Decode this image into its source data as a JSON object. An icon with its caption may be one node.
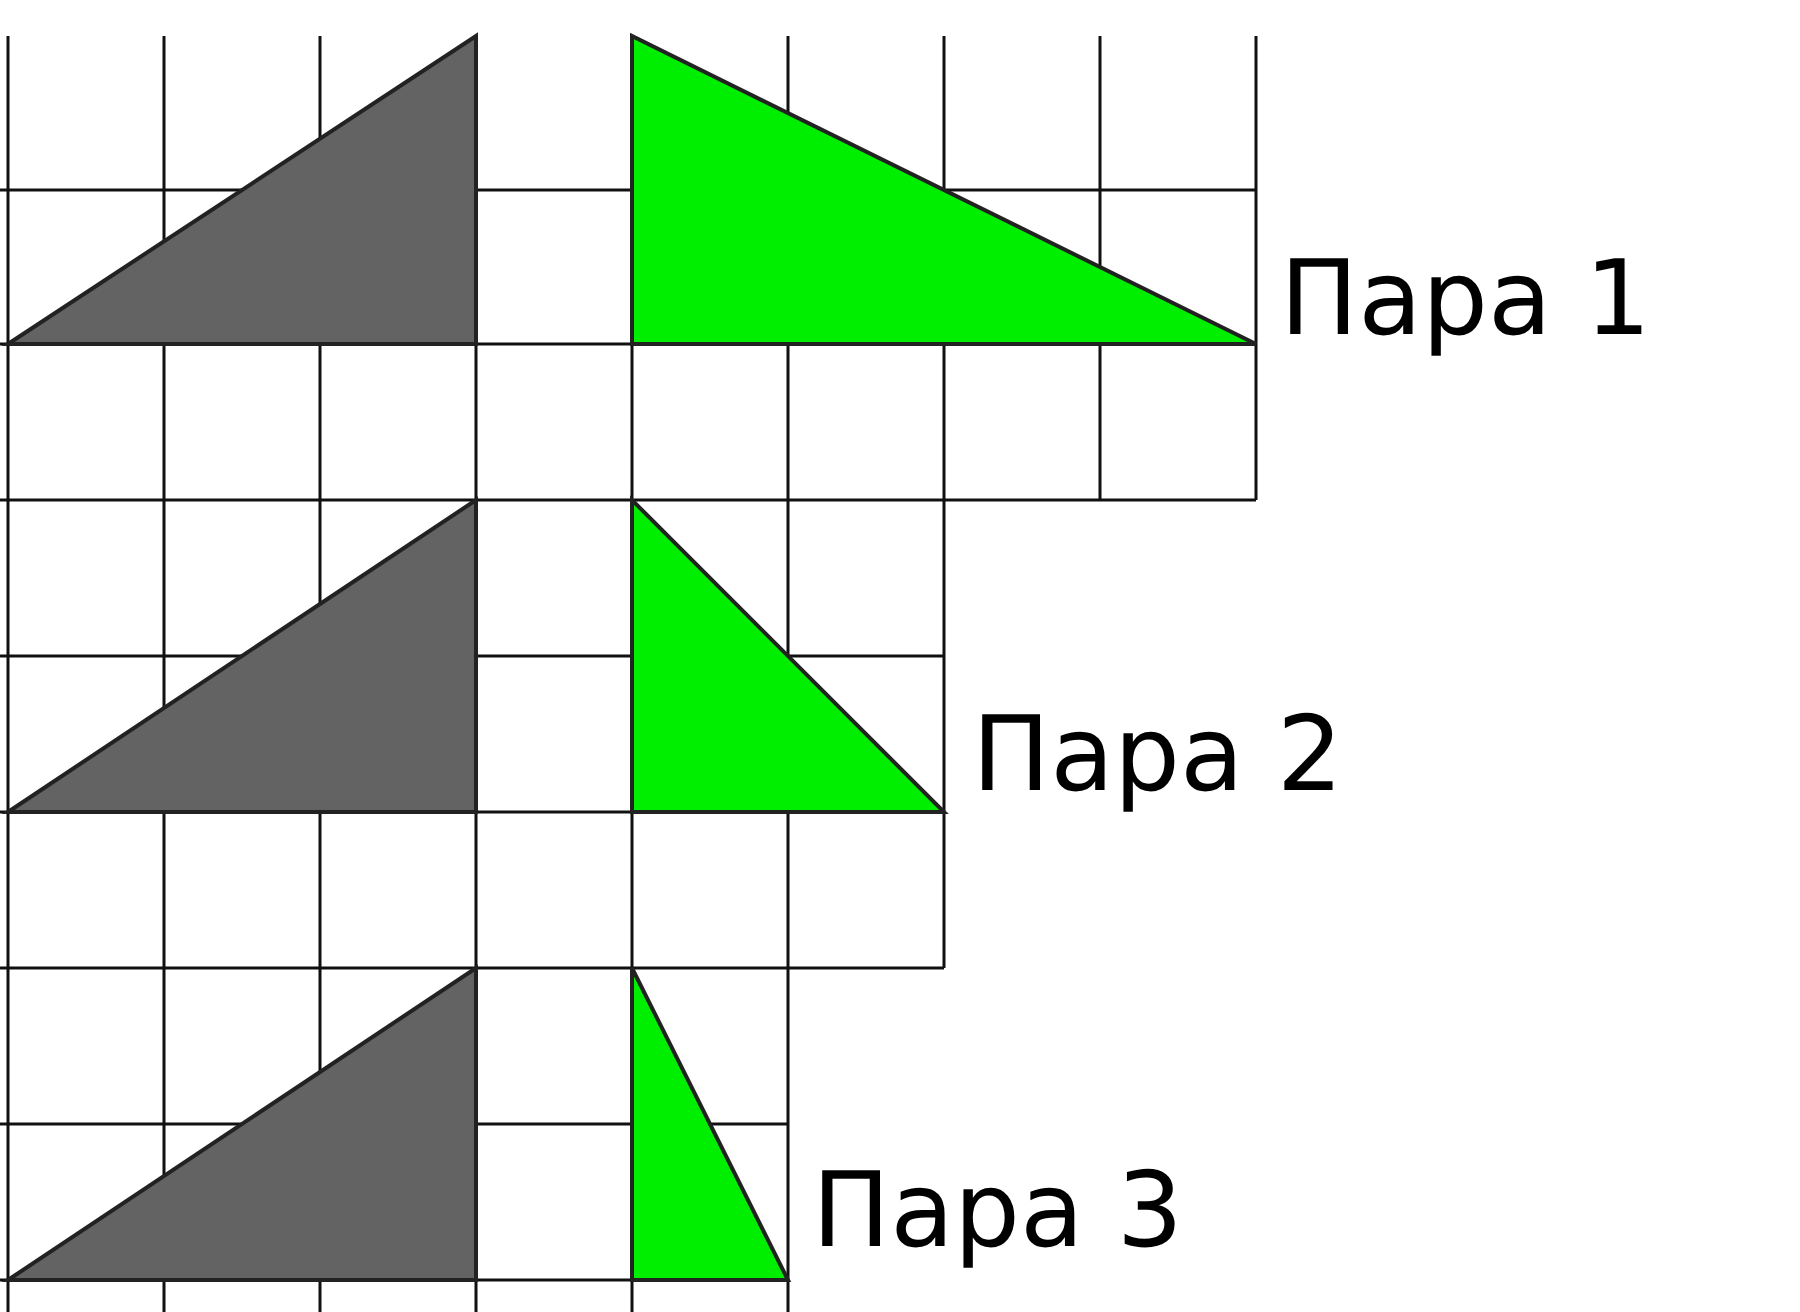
{
  "diagram": {
    "labels": [
      "Пара 1",
      "Пара 2",
      "Пара 3"
    ]
  }
}
